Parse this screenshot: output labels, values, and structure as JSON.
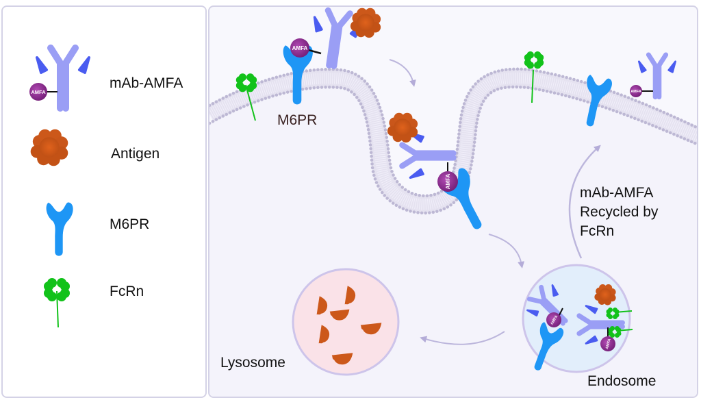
{
  "legend": {
    "items": [
      {
        "icon": "antibody-amfa-icon",
        "label": "mAb-AMFA",
        "badge": "AMFA"
      },
      {
        "icon": "antigen-icon",
        "label": "Antigen"
      },
      {
        "icon": "m6pr-receptor-icon",
        "label": "M6PR"
      },
      {
        "icon": "fcrn-clover-icon",
        "label": "FcRn"
      }
    ]
  },
  "diagram": {
    "labels": {
      "m6pr": "M6PR",
      "recycled_line1": "mAb-AMFA",
      "recycled_line2": "Recycled by",
      "recycled_line3": "FcRn",
      "lysosome": "Lysosome",
      "endosome": "Endosome"
    },
    "badge": "AMFA"
  },
  "colors": {
    "antibody": "#9a9ef5",
    "antibody_dark": "#4a5cf0",
    "amfa": "#8a2a8e",
    "antigen": "#d4571a",
    "m6pr": "#1e96f5",
    "fcrn": "#12c21a",
    "membrane": "#bdb8d4",
    "arrow": "#bcb6dc",
    "lysosome_fill": "#fae2e8",
    "endosome_fill": "#e2eefb",
    "vesicle_border": "#cdc4ea"
  }
}
